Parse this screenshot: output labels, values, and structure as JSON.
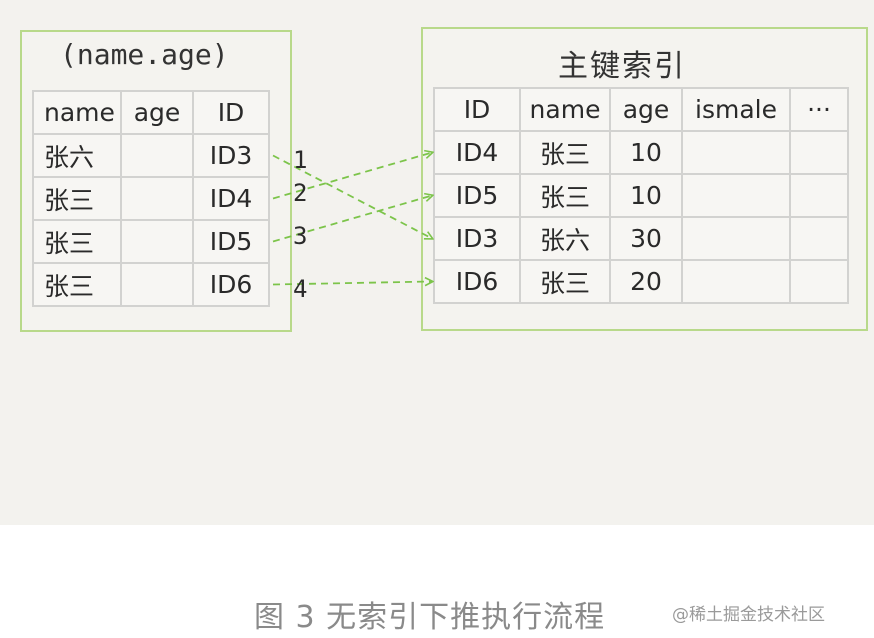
{
  "left_table": {
    "title": "(name.age)",
    "headers": [
      "name",
      "age",
      "ID"
    ],
    "rows": [
      [
        "张六",
        "",
        "ID3"
      ],
      [
        "张三",
        "",
        "ID4"
      ],
      [
        "张三",
        "",
        "ID5"
      ],
      [
        "张三",
        "",
        "ID6"
      ]
    ]
  },
  "right_table": {
    "title": "主键索引",
    "headers": [
      "ID",
      "name",
      "age",
      "ismale",
      "···"
    ],
    "rows": [
      [
        "ID4",
        "张三",
        "10",
        "",
        ""
      ],
      [
        "ID5",
        "张三",
        "10",
        "",
        ""
      ],
      [
        "ID3",
        "张六",
        "30",
        "",
        ""
      ],
      [
        "ID6",
        "张三",
        "20",
        "",
        ""
      ]
    ]
  },
  "lookups": [
    {
      "label": "1",
      "from_row": 0,
      "to_row": 2
    },
    {
      "label": "2",
      "from_row": 1,
      "to_row": 0
    },
    {
      "label": "3",
      "from_row": 2,
      "to_row": 1
    },
    {
      "label": "4",
      "from_row": 3,
      "to_row": 3
    }
  ],
  "colors": {
    "panel_border": "#b8d98a",
    "arrow": "#7cc44a",
    "stage_bg": "#f3f2ee"
  },
  "caption": "图 3 无索引下推执行流程",
  "watermark": "@稀土掘金技术社区"
}
